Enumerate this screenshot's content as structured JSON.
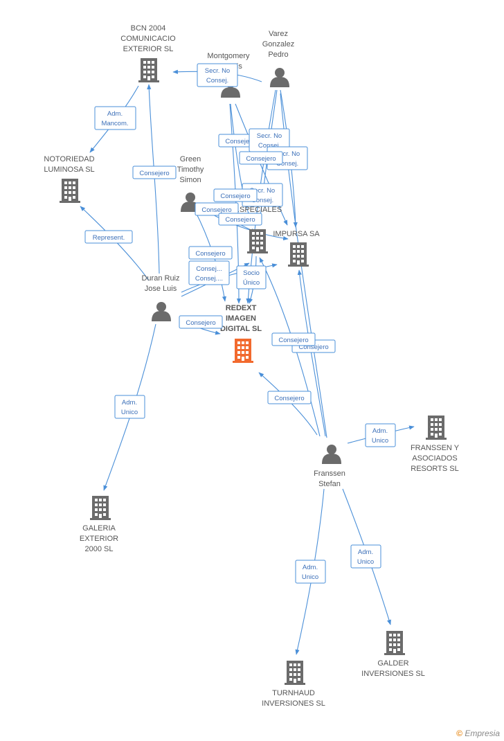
{
  "colors": {
    "edge": "#4a8fd8",
    "company": "#6b6b6b",
    "focus": "#f26a2e",
    "person": "#6b6b6b"
  },
  "nodes": {
    "bcn": {
      "lines": [
        "BCN 2004",
        "COMUNICACIO",
        "EXTERIOR SL"
      ],
      "type": "company"
    },
    "notoriedad": {
      "lines": [
        "NOTORIEDAD",
        "LUMINOSA SL"
      ],
      "type": "company"
    },
    "montgomery": {
      "lines": [
        "Montgomery",
        "... Davis"
      ],
      "type": "person"
    },
    "varez": {
      "lines": [
        "Varez",
        "Gonzalez",
        "Pedro"
      ],
      "type": "person"
    },
    "green": {
      "lines": [
        "Green",
        "Timothy",
        "Simon"
      ],
      "type": "person"
    },
    "especiales": {
      "lines": [
        "...SPECIALES"
      ],
      "type": "company"
    },
    "impursa": {
      "lines": [
        "IMPURSA SA"
      ],
      "type": "company"
    },
    "duran": {
      "lines": [
        "Duran Ruiz",
        "Jose Luis"
      ],
      "type": "person"
    },
    "redext": {
      "lines": [
        "REDEXT",
        "IMAGEN",
        "DIGITAL SL"
      ],
      "type": "focus"
    },
    "franssen": {
      "lines": [
        "Franssen",
        "Stefan"
      ],
      "type": "person"
    },
    "franssen_asoc": {
      "lines": [
        "FRANSSEN Y",
        "ASOCIADOS",
        "RESORTS SL"
      ],
      "type": "company"
    },
    "galeria": {
      "lines": [
        "GALERIA",
        "EXTERIOR",
        "2000 SL"
      ],
      "type": "company"
    },
    "galder": {
      "lines": [
        "GALDER",
        "INVERSIONES SL"
      ],
      "type": "company"
    },
    "turnhaud": {
      "lines": [
        "TURNHAUD",
        "INVERSIONES SL"
      ],
      "type": "company"
    }
  },
  "edge_labels": [
    {
      "id": "e1",
      "lines": [
        "Secr. No",
        "Consej."
      ]
    },
    {
      "id": "e2",
      "lines": [
        "Adm.",
        "Mancom."
      ]
    },
    {
      "id": "e3",
      "lines": [
        "Consejero"
      ]
    },
    {
      "id": "e4",
      "lines": [
        "Consejero"
      ]
    },
    {
      "id": "e5",
      "lines": [
        "Secr. No",
        "Consej."
      ]
    },
    {
      "id": "e6",
      "lines": [
        "Consejero"
      ]
    },
    {
      "id": "e7",
      "lines": [
        "Secr. No",
        "Consej."
      ]
    },
    {
      "id": "e8",
      "lines": [
        "Consejero"
      ]
    },
    {
      "id": "e9",
      "lines": [
        "Secr. No",
        "Consej."
      ]
    },
    {
      "id": "e10",
      "lines": [
        "Consejero"
      ]
    },
    {
      "id": "e11",
      "lines": [
        "Consejero"
      ]
    },
    {
      "id": "e12",
      "lines": [
        "Represent."
      ]
    },
    {
      "id": "e13",
      "lines": [
        "Consejero"
      ]
    },
    {
      "id": "e14",
      "lines": [
        "Consej...",
        "Consej...."
      ]
    },
    {
      "id": "e15",
      "lines": [
        "Socio",
        "Único"
      ]
    },
    {
      "id": "e16",
      "lines": [
        "Consejero"
      ]
    },
    {
      "id": "e17",
      "lines": [
        "Consejero"
      ]
    },
    {
      "id": "e18",
      "lines": [
        "Consejero"
      ]
    },
    {
      "id": "e19",
      "lines": [
        "Consejero"
      ]
    },
    {
      "id": "e20",
      "lines": [
        "Adm.",
        "Unico"
      ]
    },
    {
      "id": "e21",
      "lines": [
        "Adm.",
        "Unico"
      ]
    },
    {
      "id": "e22",
      "lines": [
        "Adm.",
        "Unico"
      ]
    },
    {
      "id": "e23",
      "lines": [
        "Adm.",
        "Unico"
      ]
    }
  ],
  "watermark": {
    "symbol": "©",
    "brand": "Empresia"
  }
}
